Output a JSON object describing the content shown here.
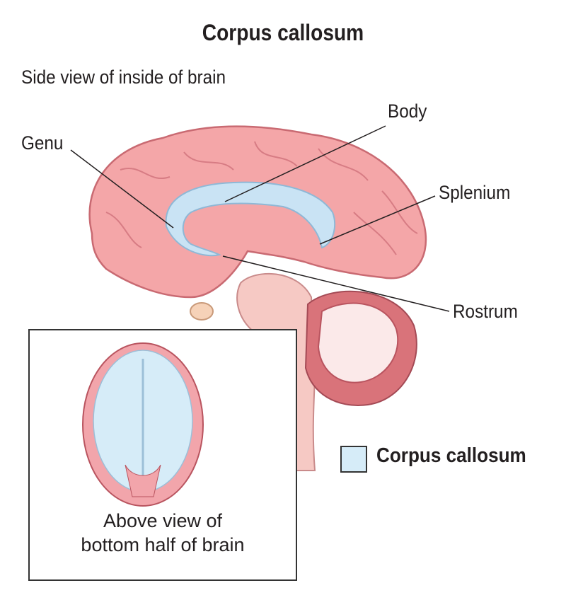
{
  "title": "Corpus callosum",
  "subtitle": "Side view of inside of brain",
  "labels": {
    "genu": "Genu",
    "body": "Body",
    "splenium": "Splenium",
    "rostrum": "Rostrum"
  },
  "inset": {
    "caption_line1": "Above view of",
    "caption_line2": "bottom half of brain"
  },
  "legend": {
    "label": "Corpus callosum",
    "color": "#d6ecf8"
  },
  "colors": {
    "brain": "#f4a6a8",
    "brain_dark": "#d9737a",
    "callosum": "#c9e3f4"
  }
}
